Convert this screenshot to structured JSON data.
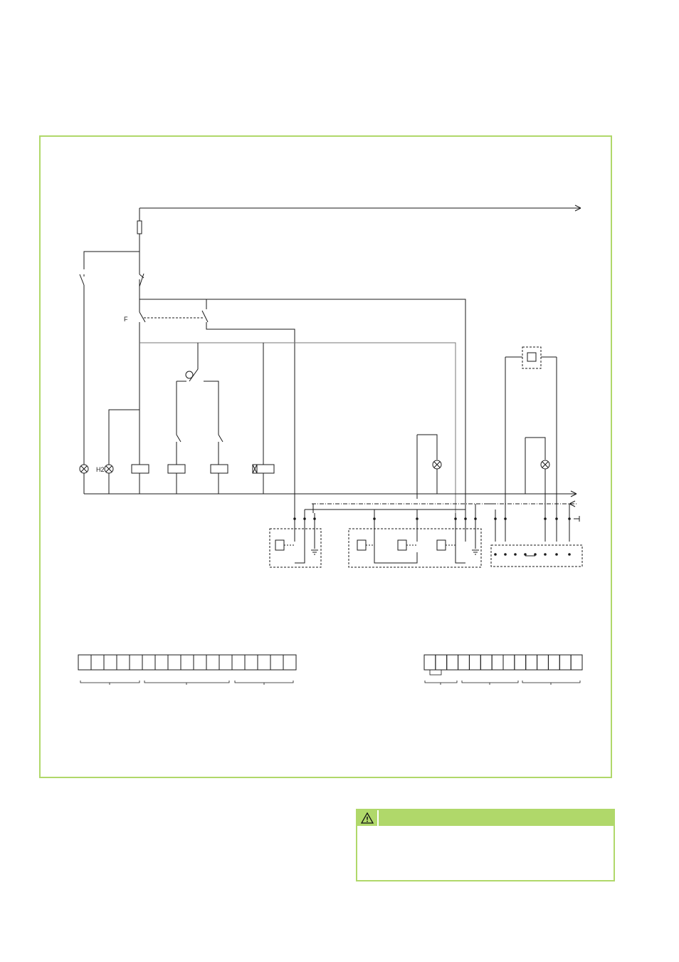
{
  "diagram": {
    "labels": {
      "fuse_switch": "F",
      "lamp_h2": "H2"
    }
  },
  "warning": {
    "icon": "warning-triangle-icon",
    "header_color": "#b0d86a"
  },
  "colors": {
    "frame_border": "#b0d86a",
    "wire": "#1a1a1a",
    "wire_gray": "#777777"
  },
  "terminal_strip_left": {
    "cells": 17
  },
  "terminal_strip_right": {
    "cells": 14
  }
}
